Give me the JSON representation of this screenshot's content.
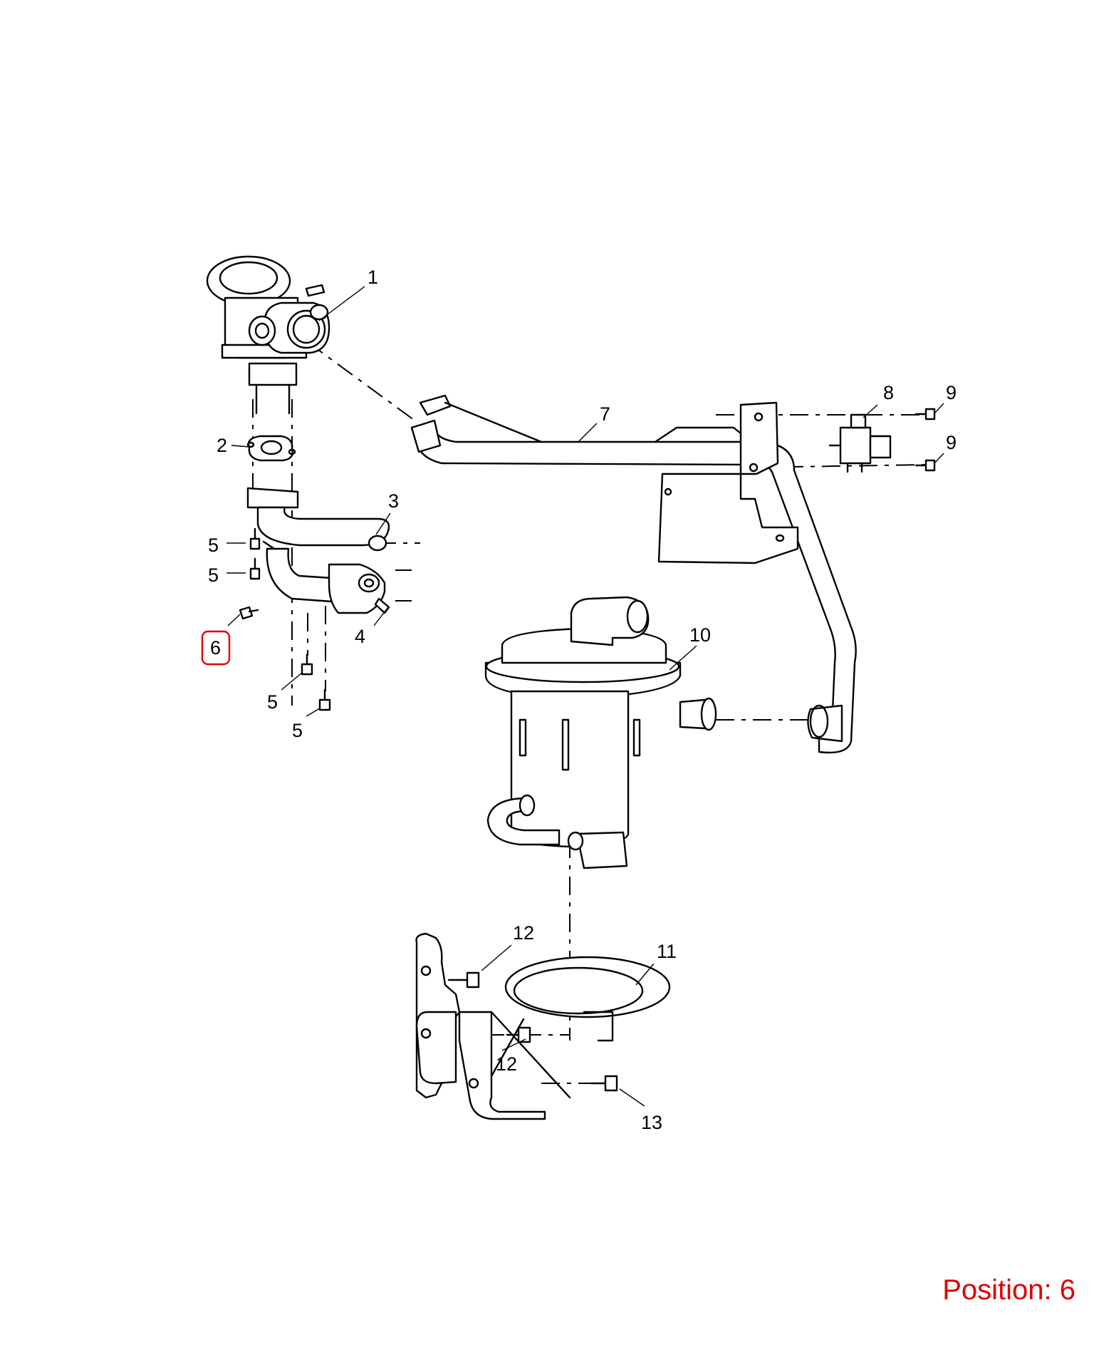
{
  "diagram": {
    "callouts": [
      {
        "id": "c1",
        "text": "1"
      },
      {
        "id": "c2",
        "text": "2"
      },
      {
        "id": "c3",
        "text": "3"
      },
      {
        "id": "c4",
        "text": "4"
      },
      {
        "id": "c5a",
        "text": "5"
      },
      {
        "id": "c5b",
        "text": "5"
      },
      {
        "id": "c5c",
        "text": "5"
      },
      {
        "id": "c5d",
        "text": "5"
      },
      {
        "id": "c6",
        "text": "6"
      },
      {
        "id": "c7",
        "text": "7"
      },
      {
        "id": "c8",
        "text": "8"
      },
      {
        "id": "c9a",
        "text": "9"
      },
      {
        "id": "c9b",
        "text": "9"
      },
      {
        "id": "c10",
        "text": "10"
      },
      {
        "id": "c11",
        "text": "11"
      },
      {
        "id": "c12a",
        "text": "12"
      },
      {
        "id": "c12b",
        "text": "12"
      },
      {
        "id": "c13",
        "text": "13"
      }
    ],
    "highlighted_callout": "6",
    "highlight_color": "#e00000",
    "position_label": "Position: 6"
  }
}
